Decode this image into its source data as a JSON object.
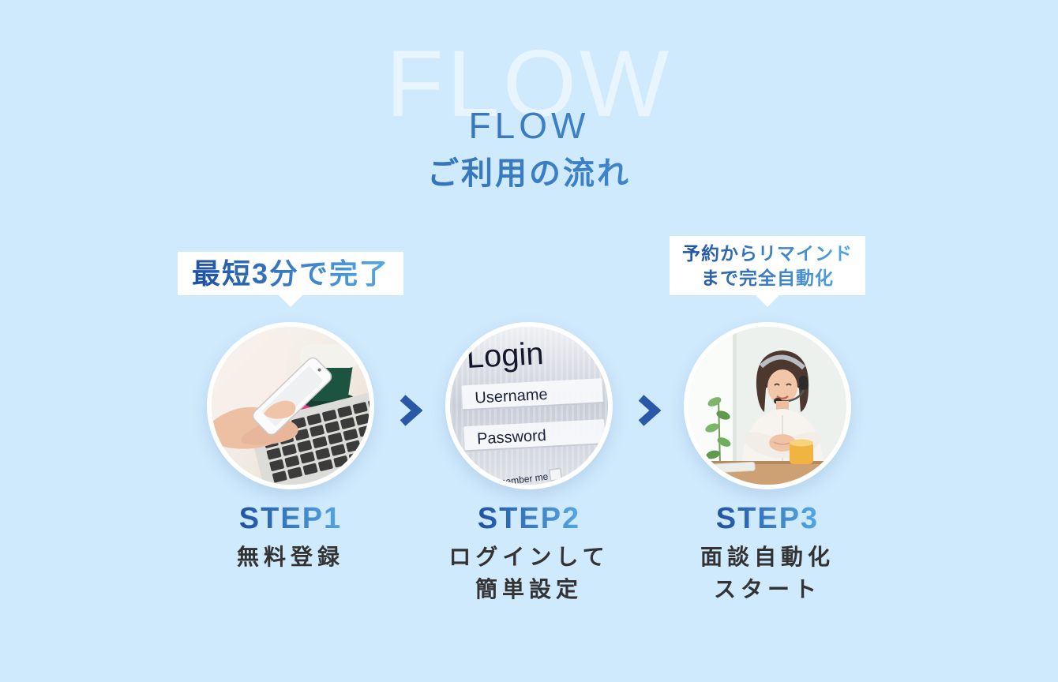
{
  "theme": {
    "bg": "#cfe9fd",
    "watermark": "rgba(255,255,255,0.55)",
    "grad_start": "#1d4f9f",
    "grad_end": "#56aae8",
    "arrow": "#2b57a7",
    "caption": "#333333",
    "bubble_bg": "#ffffff"
  },
  "icons": {
    "step_arrow": "chevron-right"
  },
  "header": {
    "watermark": "FLOW",
    "subtitle_en": "FLOW",
    "title": "ご利用の流れ"
  },
  "steps": [
    {
      "label": "STEP1",
      "caption_lines": [
        "無料登録"
      ],
      "bubble_lines": [
        "最短3分で完了"
      ],
      "photo": "hands-holding-smartphone-over-laptop"
    },
    {
      "label": "STEP2",
      "caption_lines": [
        "ログインして",
        "簡単設定"
      ],
      "photo": "login-form-screen",
      "login": {
        "title": "Login",
        "username": "Username",
        "password": "Password",
        "remember": "Remember me"
      }
    },
    {
      "label": "STEP3",
      "caption_lines": [
        "面談自動化",
        "スタート"
      ],
      "bubble_lines": [
        "予約からリマインド",
        "まで完全自動化"
      ],
      "photo": "woman-operator-with-headset"
    }
  ]
}
